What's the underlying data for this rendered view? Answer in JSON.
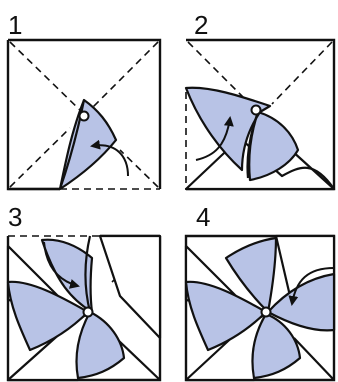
{
  "colors": {
    "flap_fill": "#b8c3e6",
    "line": "#111111",
    "background": "#ffffff"
  },
  "steps": [
    {
      "label": "1"
    },
    {
      "label": "2"
    },
    {
      "label": "3"
    },
    {
      "label": "4"
    }
  ]
}
